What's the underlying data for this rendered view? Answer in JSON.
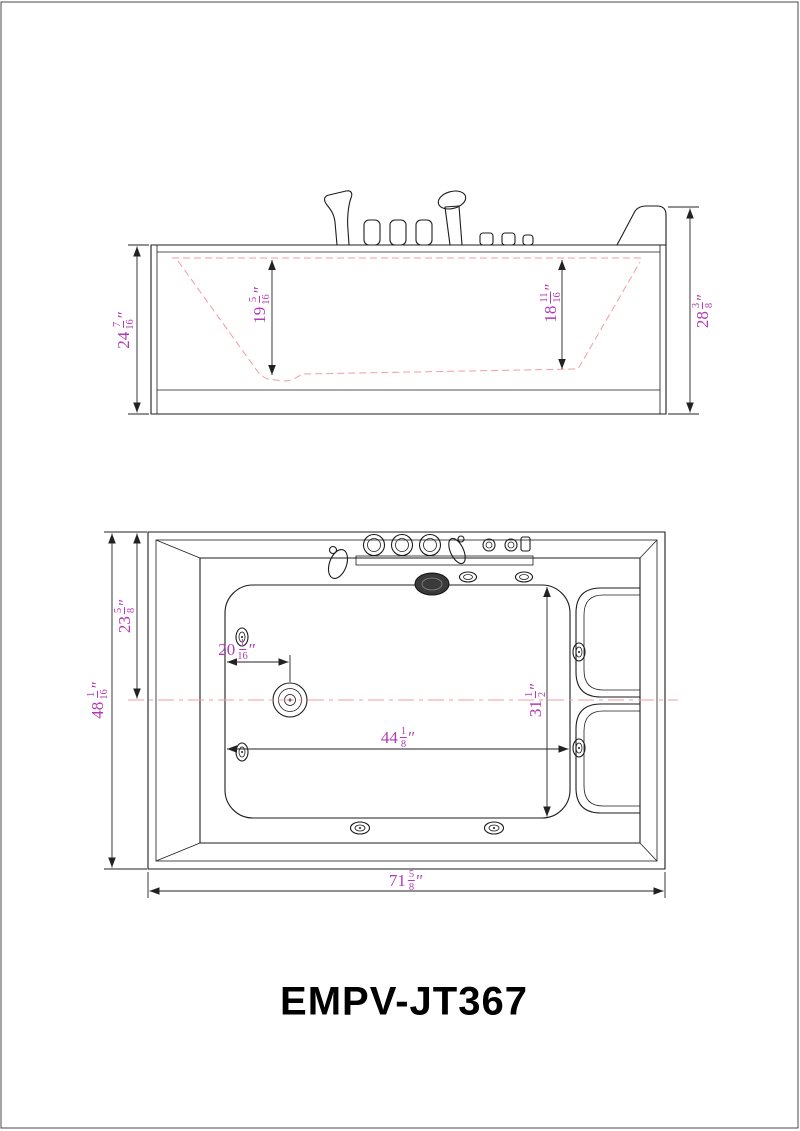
{
  "page": {
    "title": "EMPV-JT367"
  },
  "colors": {
    "dimension_text": "#b23ab5",
    "hidden_line": "#f19ca6",
    "drawing_line": "#1c1c1c"
  },
  "dimensions": {
    "side_height_left": {
      "whole": "24",
      "num": "7",
      "den": "16",
      "unit": "″"
    },
    "side_depth_left": {
      "whole": "19",
      "num": "5",
      "den": "16",
      "unit": "″"
    },
    "side_depth_right": {
      "whole": "18",
      "num": "11",
      "den": "16",
      "unit": "″"
    },
    "side_height_right": {
      "whole": "28",
      "num": "3",
      "den": "8",
      "unit": "″"
    },
    "plan_width_overall": {
      "whole": "48",
      "num": "1",
      "den": "16",
      "unit": "″"
    },
    "plan_front_to_center": {
      "whole": "23",
      "num": "5",
      "den": "8",
      "unit": "″"
    },
    "plan_drain_offset": {
      "whole": "20",
      "num": "1",
      "den": "16",
      "unit": "″"
    },
    "plan_basin_width": {
      "whole": "31",
      "num": "1",
      "den": "2",
      "unit": "″"
    },
    "plan_basin_length": {
      "whole": "44",
      "num": "1",
      "den": "8",
      "unit": "″"
    },
    "plan_length_overall": {
      "whole": "71",
      "num": "5",
      "den": "8",
      "unit": "″"
    }
  }
}
